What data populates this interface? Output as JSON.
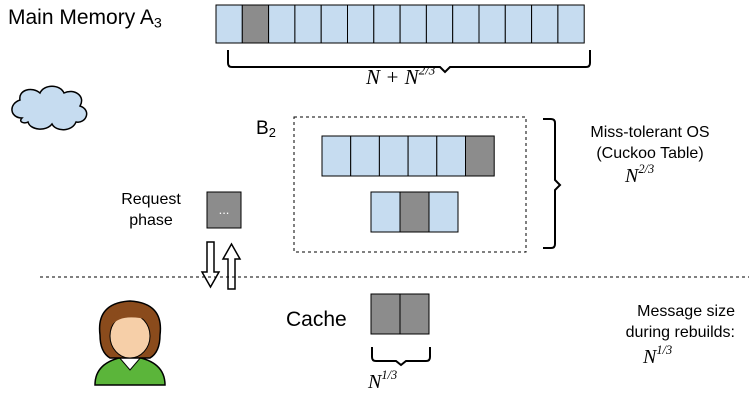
{
  "main_memory": {
    "name": "Main Memory A",
    "subscript": "3",
    "size_base": "N + N",
    "size_exp": "2/3",
    "cells": [
      "blue",
      "gray",
      "blue",
      "blue",
      "blue",
      "blue",
      "blue",
      "blue",
      "blue",
      "blue",
      "blue",
      "blue",
      "blue",
      "blue"
    ]
  },
  "buffer": {
    "name": "B",
    "subscript": "2",
    "row1_cells": [
      "blue",
      "blue",
      "blue",
      "blue",
      "blue",
      "gray"
    ],
    "row2_cells": [
      "blue",
      "gray",
      "blue"
    ]
  },
  "os": {
    "line1": "Miss-tolerant OS",
    "line2": "(Cuckoo Table)",
    "size_base": "N",
    "size_exp": "2/3"
  },
  "request": {
    "line1": "Request",
    "line2": "phase",
    "box_text": "..."
  },
  "cache": {
    "label": "Cache",
    "cells": [
      "gray",
      "gray"
    ],
    "size_base": "N",
    "size_exp": "1/3"
  },
  "message": {
    "line1": "Message size",
    "line2": "during rebuilds:",
    "size_base": "N",
    "size_exp": "1/3"
  },
  "colors": {
    "blue": "#c6dcf0",
    "gray": "#8c8c8c",
    "cloud_fill": "#c6dcf0",
    "avatar_hair": "#8a4b1c",
    "avatar_skin": "#f6cfa8",
    "avatar_shirt": "#5bb53a"
  }
}
